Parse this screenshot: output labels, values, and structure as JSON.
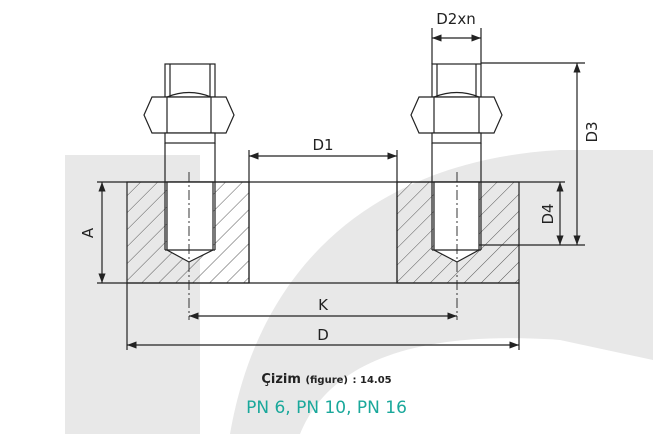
{
  "labels": {
    "d2xn": "D2xn",
    "d3": "D3",
    "d1": "D1",
    "d4": "D4",
    "a": "A",
    "k": "K",
    "d": "D"
  },
  "caption": {
    "title": "Çizim",
    "note": "(figure)",
    "number": ": 14.05",
    "pressure": "PN 6, PN 10, PN 16"
  },
  "colors": {
    "accent": "#1aa89b",
    "watermark": "#e8e8e8",
    "line": "#222222"
  }
}
